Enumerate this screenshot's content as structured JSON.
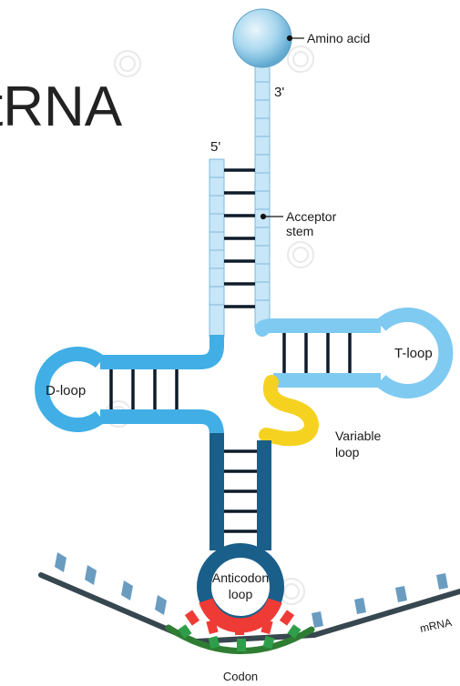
{
  "title": "tRNA",
  "labels": {
    "amino_acid": "Amino acid",
    "three_prime": "3'",
    "five_prime": "5'",
    "acceptor_stem_line1": "Acceptor",
    "acceptor_stem_line2": "stem",
    "t_loop": "T-loop",
    "d_loop": "D-loop",
    "variable_loop_line1": "Variable",
    "variable_loop_line2": "loop",
    "anticodon_loop_line1": "Anticodon",
    "anticodon_loop_line2": "loop",
    "codon": "Codon",
    "mrna": "mRNA"
  },
  "colors": {
    "acceptor": "#c7e6f7",
    "acceptor_stroke": "#7fb8dc",
    "arm": "#41aee6",
    "t_arm": "#7fcaf0",
    "anticodon": "#1a5f8a",
    "variable_loop": "#f5d21f",
    "anticodon_bases": "#ef3b36",
    "codon_bases": "#2f9e4a",
    "codon_strand": "#2e7d32",
    "mrna_strand": "#37474f",
    "mrna_bases": "#6a9cc0",
    "amino_acid": "#8ec9e6",
    "bond": "#0d1b2a"
  }
}
